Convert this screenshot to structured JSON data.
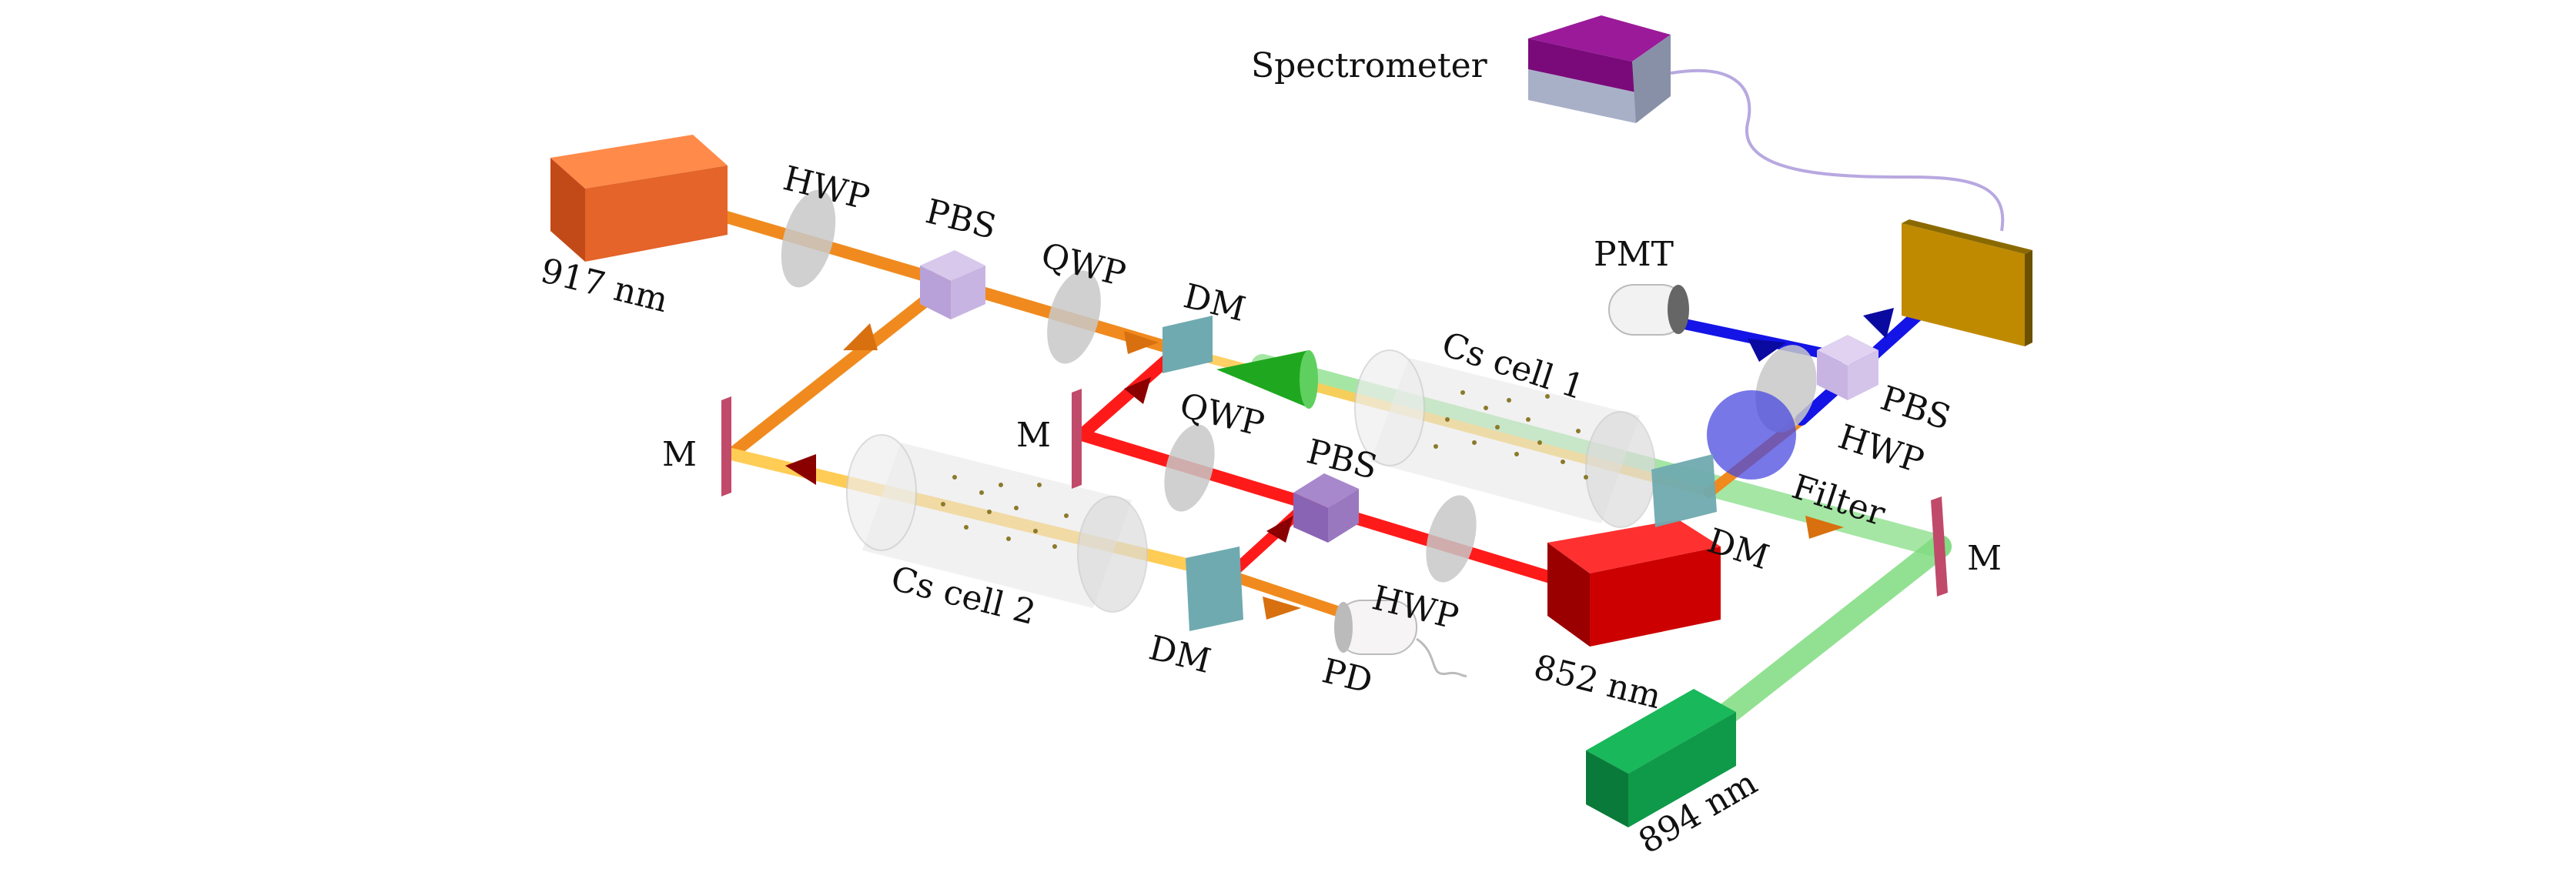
{
  "labels": {
    "spectrometer": "Spectrometer",
    "pmt": "PMT",
    "pbs_right": "PBS",
    "hwp_right": "HWP",
    "filter": "Filter",
    "m_right": "M",
    "dm_right": "DM",
    "cs_cell_1": "Cs cell 1",
    "laser_894": "894 nm",
    "laser_852": "852 nm",
    "laser_917": "917 nm",
    "hwp_top": "HWP",
    "pbs_top": "PBS",
    "qwp_top": "QWP",
    "dm_top": "DM",
    "m_left": "M",
    "m_middle": "M",
    "qwp_middle": "QWP",
    "pbs_middle": "PBS",
    "hwp_bottom": "HWP",
    "cs_cell_2": "Cs cell 2",
    "dm_bottom": "DM",
    "pd": "PD"
  },
  "colors": {
    "beam_917": "#f08a1e",
    "beam_852": "#ff1a1a",
    "beam_894": "#7fdc7f",
    "beam_blue": "#1414e6",
    "beam_yellow": "#ffcc55",
    "laser_917": "#ee6a2a",
    "laser_852": "#d40000",
    "laser_894": "#0f9a4a",
    "spectrometer": "#7a0a7a",
    "detector_plate": "#c08a00",
    "mirror": "#c04a6a",
    "dichroic": "#6faab0",
    "pbs": "#c3a8dc",
    "waveplate": "#c8c8c8",
    "filter": "#4a4ae0"
  }
}
